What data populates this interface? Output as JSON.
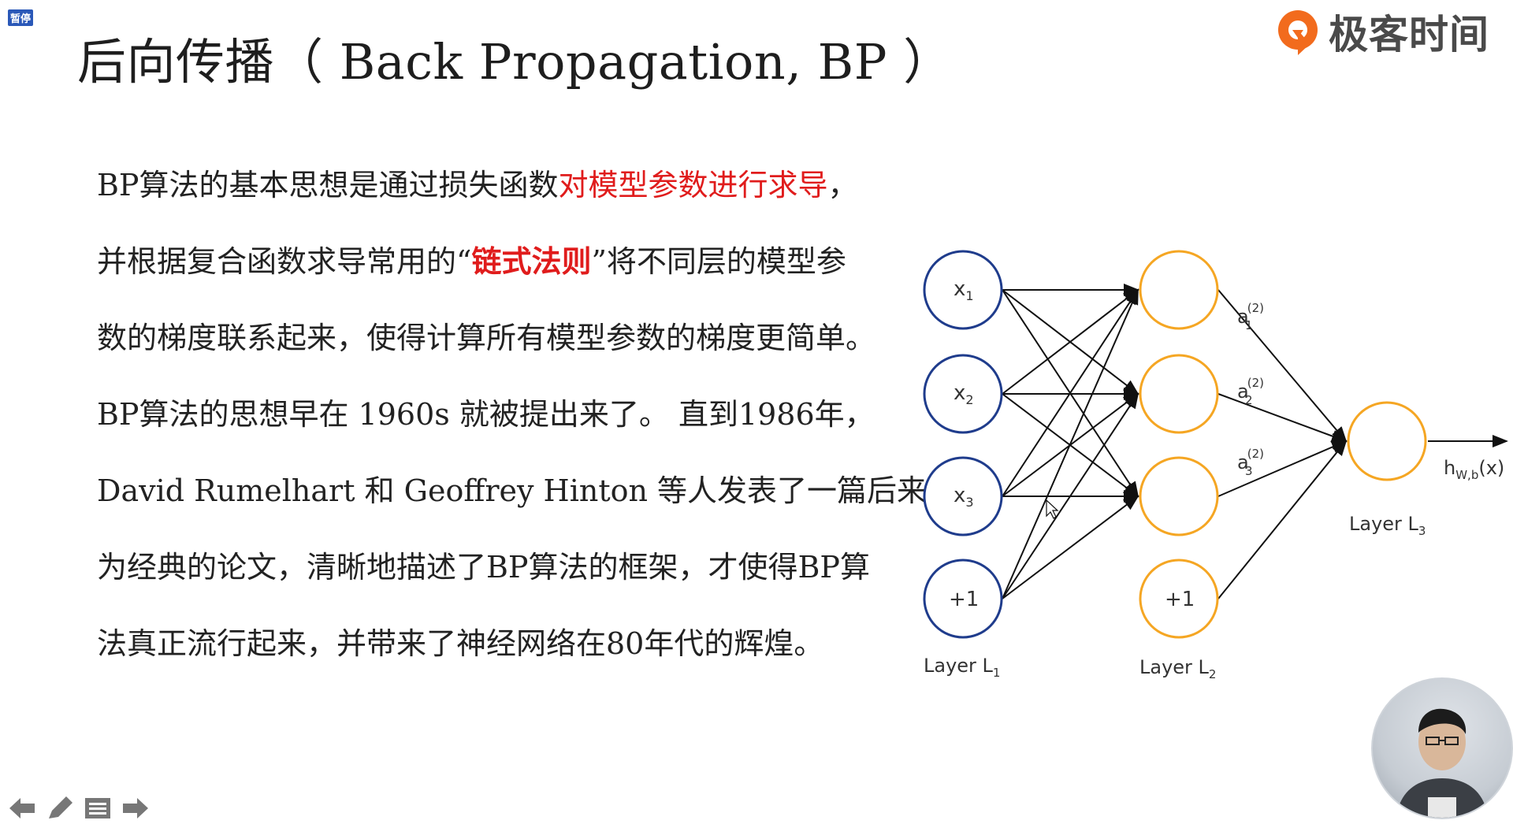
{
  "pause_badge": "暂停",
  "title": "后向传播（ Back Propagation, BP ）",
  "logo_text": "极客时间",
  "paragraph": {
    "l1_a": "BP算法的基本思想是通过损失函数",
    "l1_red": "对模型参数进行求导",
    "l1_b": "，",
    "l2_a": "并根据复合函数求导常用的“",
    "l2_red": "链式法则",
    "l2_b": "”将不同层的模型参",
    "l3": "数的梯度联系起来，使得计算所有模型参数的梯度更简单。",
    "l4": "BP算法的思想早在 1960s 就被提出来了。 直到1986年，",
    "l5": "David Rumelhart 和 Geoffrey Hinton 等人发表了一篇后来成",
    "l6": "为经典的论文，清晰地描述了BP算法的框架，才使得BP算",
    "l7": "法真正流行起来，并带来了神经网络在80年代的辉煌。"
  },
  "network": {
    "input_nodes": [
      "x1",
      "x2",
      "x3",
      "+1"
    ],
    "hidden_bias": "+1",
    "hidden_act": [
      "a1(2)",
      "a2(2)",
      "a3(2)"
    ],
    "output_label": "hW,b(x)",
    "layer_labels": [
      "Layer L1",
      "Layer L2",
      "Layer L3"
    ],
    "colors": {
      "input": "#1f3c8c",
      "hidden": "#f5a623",
      "output": "#f5a623"
    }
  },
  "nav": {
    "prev": "prev-arrow",
    "pen": "pen",
    "menu": "menu",
    "next": "next-arrow"
  },
  "colors": {
    "highlight": "#e01c1c",
    "title": "#1e1e1e",
    "badge": "#2a58b8"
  }
}
